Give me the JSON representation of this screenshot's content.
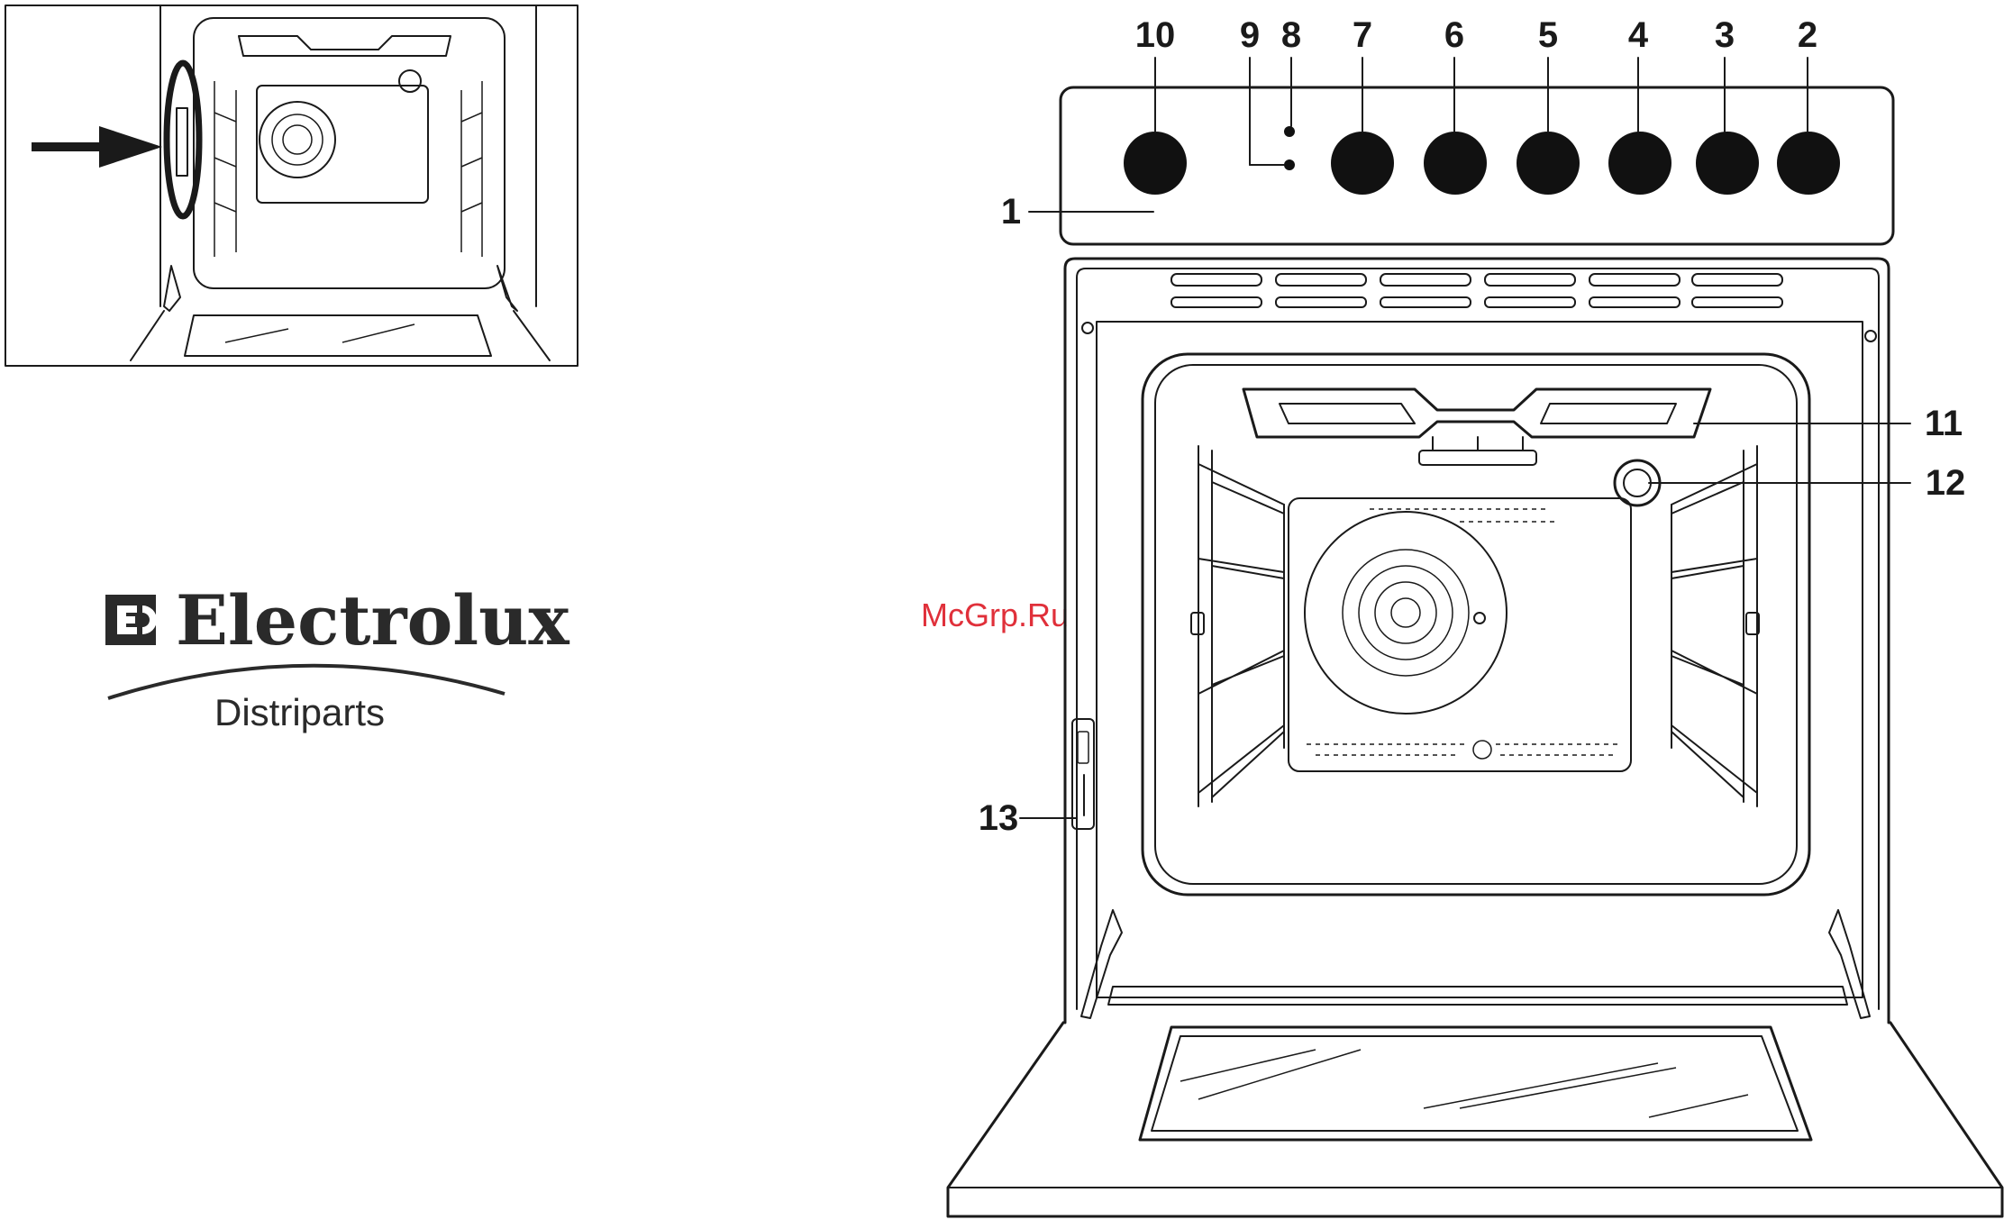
{
  "brand": {
    "name": "Electrolux",
    "division": "Distriparts"
  },
  "watermark": "McGrp.Ru",
  "callouts": {
    "c1": "1",
    "c2": "2",
    "c3": "3",
    "c4": "4",
    "c5": "5",
    "c6": "6",
    "c7": "7",
    "c8": "8",
    "c9": "9",
    "c10": "10",
    "c11": "11",
    "c12": "12",
    "c13": "13"
  },
  "colors": {
    "line": "#1a1a1a",
    "watermark": "#e0303a",
    "background": "#ffffff"
  }
}
